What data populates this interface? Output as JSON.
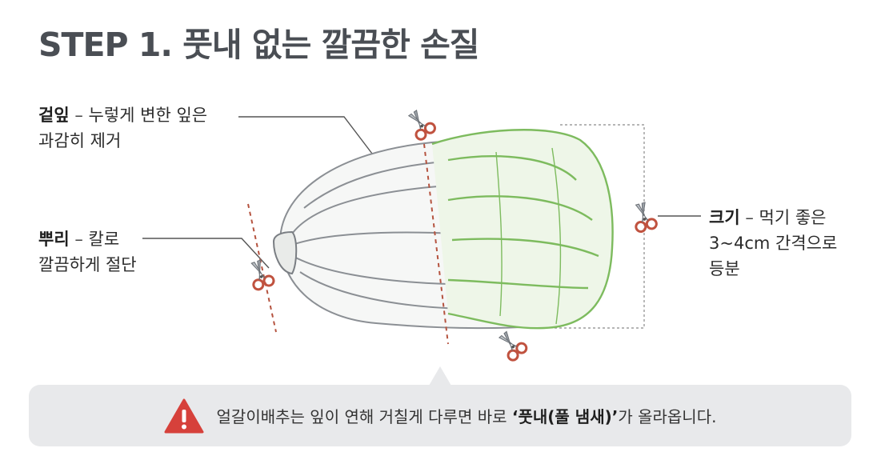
{
  "title": "STEP 1. 풋내 없는 깔끔한 손질",
  "labels": {
    "outer_leaves": {
      "term": "겉잎",
      "dash": " – ",
      "line1_rest": "누렇게 변한 잎은",
      "line2": "과감히 제거"
    },
    "root": {
      "term": "뿌리",
      "dash": " – ",
      "line1_rest": "칼로",
      "line2": "깔끔하게 절단"
    },
    "size": {
      "term": "크기",
      "dash": " – ",
      "line1_rest": "먹기 좋은",
      "line2": "3~4cm 간격으로",
      "line3": "등분"
    }
  },
  "note": {
    "text_before": "얼갈이배추는 잎이 연해 거칠게 다루면 바로 ",
    "emphasis": "‘풋내(풀 냄새)’",
    "text_after": "가 올라옵니다."
  },
  "colors": {
    "title": "#4a4e54",
    "cut_line": "#b5533f",
    "leaf_green": "#7dbb5e",
    "warning_red": "#d6413b",
    "note_bg": "#e8e9eb"
  },
  "icons": [
    "scissors-icon",
    "warning-icon"
  ]
}
